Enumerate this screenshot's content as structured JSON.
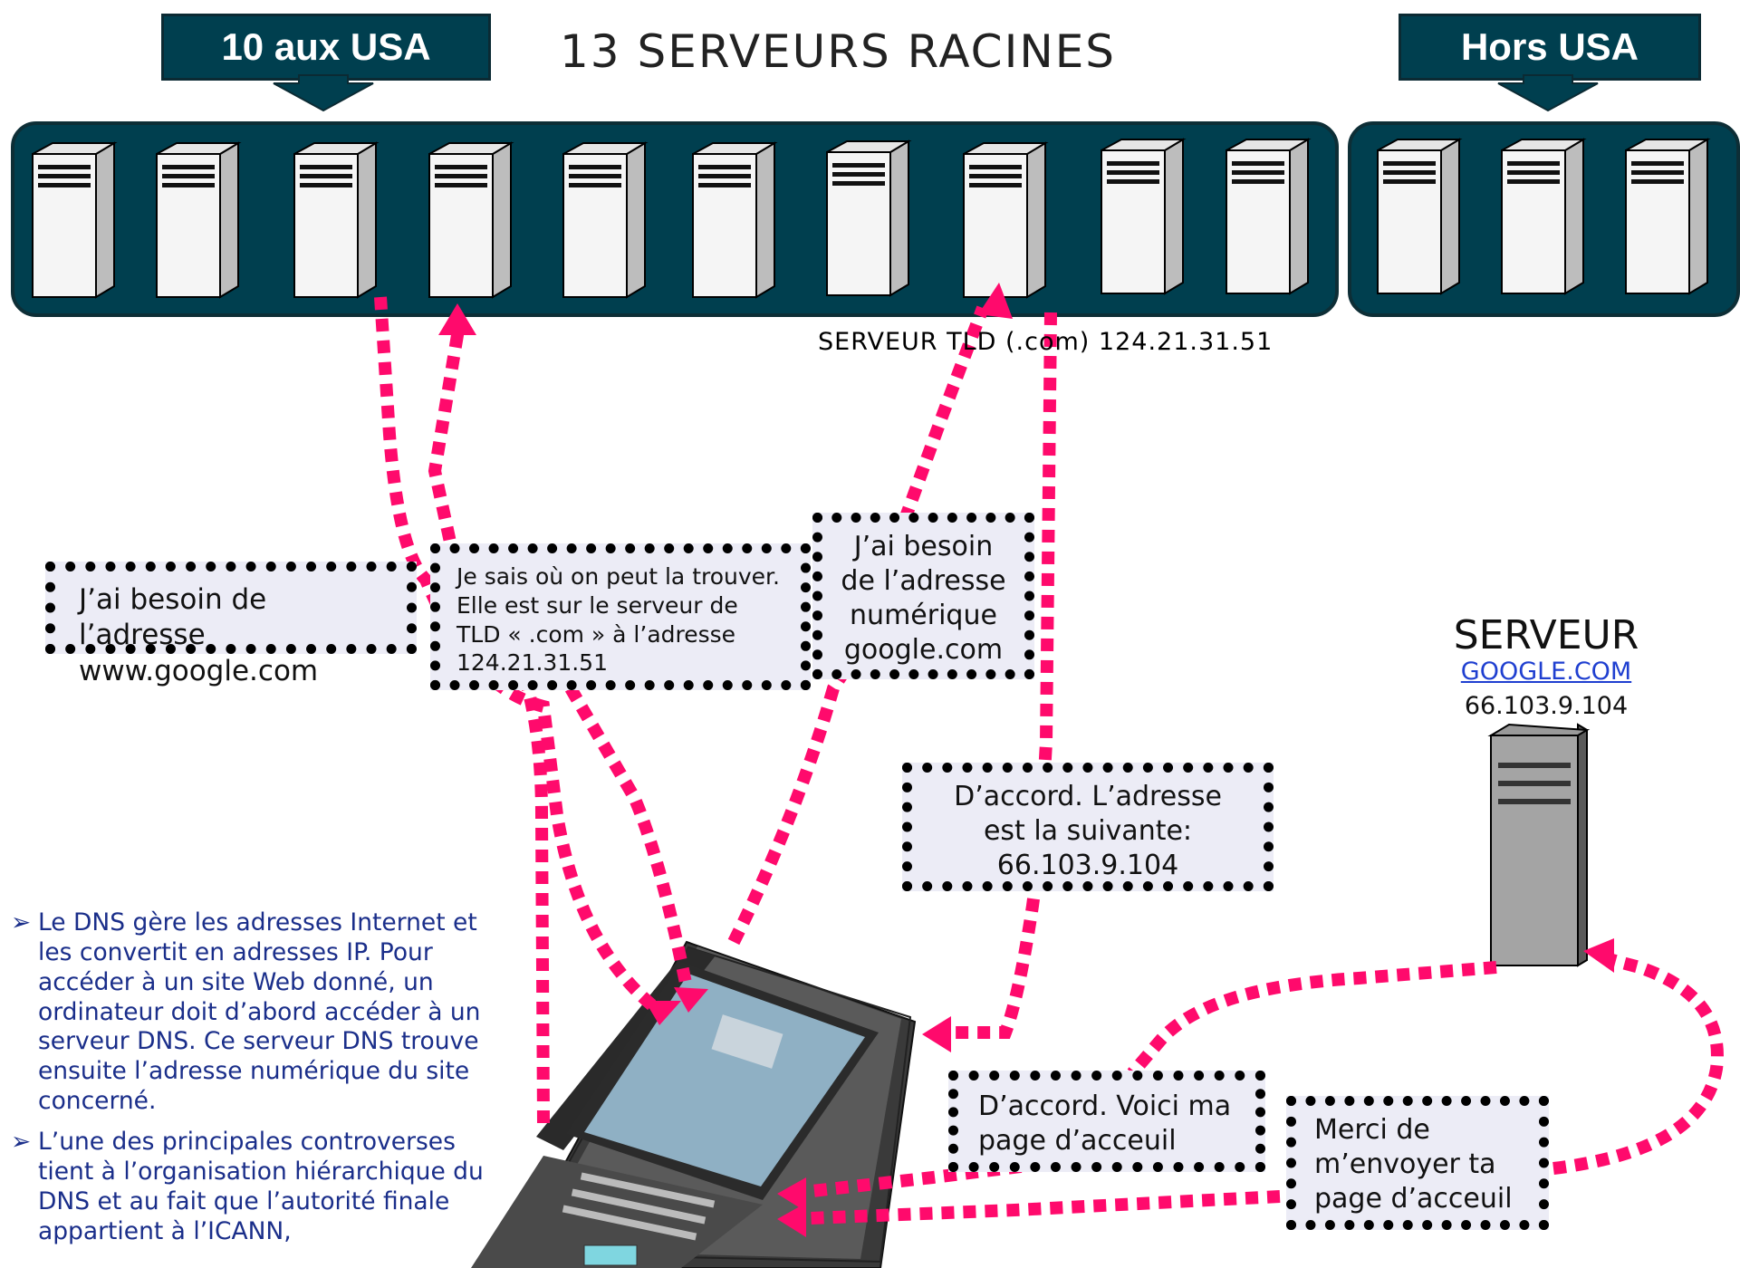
{
  "header": {
    "usa_label": "10 aux USA",
    "non_usa_label": "Hors USA",
    "title": "13 SERVEURS RACINES"
  },
  "tld_caption": "SERVEUR TLD (.com) 124.21.31.51",
  "bubbles": {
    "need_address": "J’ai besoin de l’adresse www.google.com",
    "know_where": "Je sais où on peut la trouver. Elle est sur le serveur de TLD « .com » à l’adresse 124.21.31.51",
    "need_numeric": "J’ai besoin de l’adresse numérique google.com",
    "ok_address": "D’accord. L’adresse est la suivante: 66.103.9.104",
    "ok_homepage": "D’accord. Voici ma page d’acceuil",
    "thanks_send": "Merci de m’envoyer ta page d’acceuil"
  },
  "google_server": {
    "title": "SERVEUR",
    "link": "GOOGLE.COM",
    "ip": "66.103.9.104"
  },
  "bullets": [
    "Le DNS gère les adresses Internet et les convertit en adresses IP. Pour accéder à un site Web donné, un ordinateur doit d’abord accéder à un serveur DNS. Ce serveur DNS trouve ensuite l’adresse numérique du site concerné.",
    "L’une des principales controverses tient à l’organisation hiérarchique du DNS et au fait que l’autorité finale appartient à l’ICANN,"
  ],
  "colors": {
    "rack": "#003f4f",
    "arrow": "#ff0a6c",
    "bubble_bg": "#ececf6",
    "bullet_text": "#1a2e8a"
  }
}
